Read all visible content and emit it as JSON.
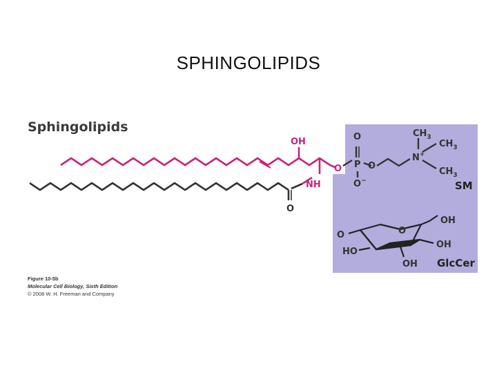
{
  "slide_title": "SPHINGOLIPIDS",
  "figure": {
    "heading": "Sphingolipids",
    "atoms": {
      "oh_top": "OH",
      "nh": "NH",
      "o_carbonyl": "O",
      "o_ester": "O",
      "p": "P",
      "o_p_top": "O",
      "o_p_bottom": "O",
      "o_p_minus": "−",
      "o_p_right": "O",
      "n": "N",
      "n_plus": "+",
      "ch3_1": "CH",
      "ch3_1_sub": "3",
      "ch3_2": "CH",
      "ch3_2_sub": "3",
      "ch3_3": "CH",
      "ch3_3_sub": "3",
      "glc_o_left": "O",
      "glc_ring_o": "O",
      "glc_oh_top": "OH",
      "glc_ho_left": "HO",
      "glc_oh_right": "OH",
      "glc_oh_bottom": "OH"
    },
    "labels": {
      "sm": "SM",
      "glccer": "GlcCer"
    },
    "caption": {
      "line1": "Figure 10-5b",
      "line2": "Molecular Cell Biology, Sixth Edition",
      "line3": "© 2008 W. H. Freeman and Company"
    },
    "colors": {
      "sphingosine": "#c8237a",
      "fatty_acid": "#333333",
      "headgroup_bg": "#b2addc"
    }
  }
}
